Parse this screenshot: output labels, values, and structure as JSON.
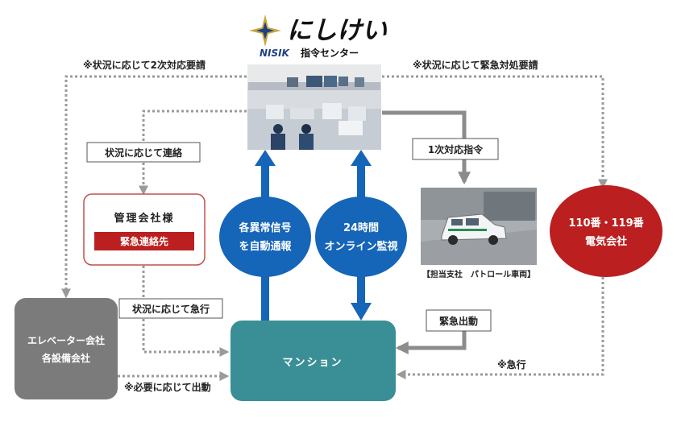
{
  "brand": {
    "name": "にしけい",
    "sub_brand": "NISIK",
    "center_name": "指令センター"
  },
  "notes": {
    "top_left": "※状況に応じて2次対応要請",
    "top_right": "※状況に応じて緊急対処要請",
    "contact": "状況に応じて連絡",
    "rush": "状況に応じて急行",
    "dispatch_when_needed": "※必要に応じて出動",
    "urgent": "※急行",
    "first_response": "1次対応指令",
    "emergency_dispatch": "緊急出動"
  },
  "nodes": {
    "management": {
      "title": "管理会社様",
      "badge": "緊急連絡先"
    },
    "auto_report": {
      "line1": "各異常信号",
      "line2": "を自動通報"
    },
    "online_monitor": {
      "line1": "24時間",
      "line2": "オンライン監視"
    },
    "emergency_services": {
      "line1": "110番・119番",
      "line2": "電気会社"
    },
    "elevator": {
      "line1": "エレベーター会社",
      "line2": "各設備会社"
    },
    "mansion": {
      "label": "マンション"
    },
    "patrol_caption": "【担当支社　パトロール車両】"
  },
  "colors": {
    "blue": "#1565b8",
    "teal": "#3a8f96",
    "red": "#bb1f1f",
    "gray": "#7b7b7b",
    "dotted": "#9a9a9a",
    "solid_arrow": "#8c8c8c"
  }
}
